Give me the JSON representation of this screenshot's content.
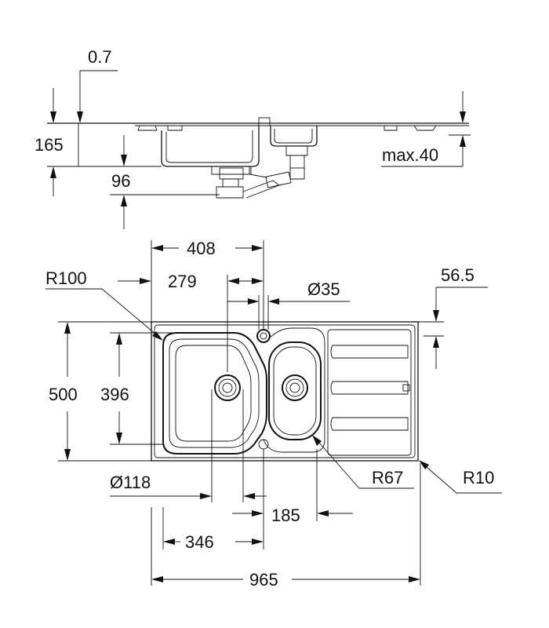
{
  "dimensions": {
    "thickness": "0.7",
    "depth_total": "165",
    "depth_step": "96",
    "max_worktop": "max.40",
    "width_408": "408",
    "width_279": "279",
    "radius_100": "R100",
    "tap_hole": "Ø35",
    "offset_56_5": "56.5",
    "depth_500": "500",
    "depth_396": "396",
    "waste_118": "Ø118",
    "radius_67": "R67",
    "radius_10": "R10",
    "spacing_185": "185",
    "spacing_346": "346",
    "overall_965": "965"
  }
}
